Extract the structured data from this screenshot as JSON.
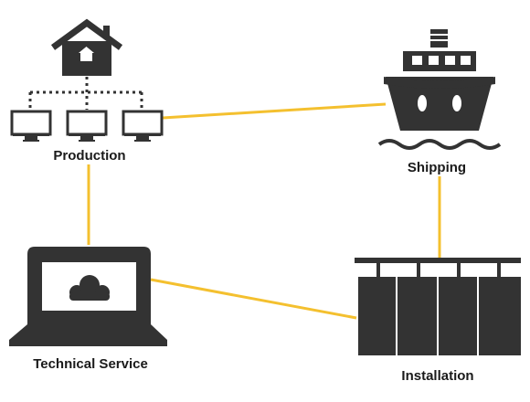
{
  "colors": {
    "connector": "#f4c02f",
    "icon": "#333333",
    "icon_light": "#ffffff",
    "text": "#1a1a1a"
  },
  "nodes": {
    "production": {
      "label": "Production",
      "icon": "house-network-computers-icon"
    },
    "shipping": {
      "label": "Shipping",
      "icon": "cargo-ship-icon"
    },
    "technical_service": {
      "label": "Technical Service",
      "icon": "laptop-cloud-icon"
    },
    "installation": {
      "label": "Installation",
      "icon": "server-rack-icon"
    }
  },
  "connections": [
    {
      "from": "production",
      "to": "shipping"
    },
    {
      "from": "production",
      "to": "technical_service"
    },
    {
      "from": "shipping",
      "to": "installation"
    },
    {
      "from": "technical_service",
      "to": "installation"
    }
  ]
}
